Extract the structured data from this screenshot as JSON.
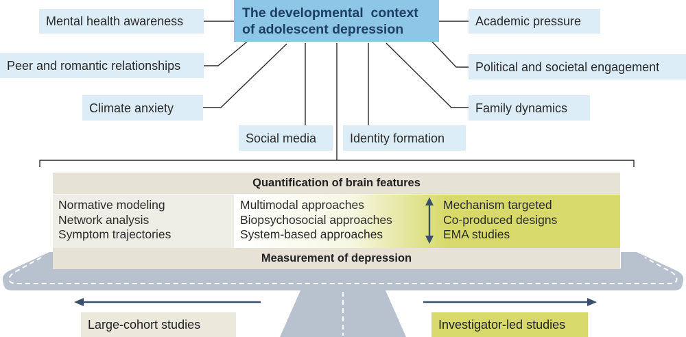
{
  "title": {
    "line1": "The developmental  context",
    "line2": "of adolescent depression"
  },
  "factors": {
    "mental_health": "Mental health awareness",
    "peer": "Peer and romantic relationships",
    "climate": "Climate anxiety",
    "social_media": "Social media",
    "identity": "Identity formation",
    "academic": "Academic pressure",
    "political": "Political and societal engagement",
    "family": "Family dynamics"
  },
  "balance": {
    "top_band": "Quantification of brain features",
    "bottom_band": "Measurement of depression",
    "left_items": [
      "Normative modeling",
      "Network analysis",
      "Symptom trajectories"
    ],
    "middle_items": [
      "Multimodal approaches",
      "Biopsychosocial approaches",
      "System-based approaches"
    ],
    "right_items": [
      "Mechanism targeted",
      "Co-produced designs",
      "EMA studies"
    ]
  },
  "bottom": {
    "left_label": "Large-cohort studies",
    "right_label": "Investigator-led studies"
  },
  "colors": {
    "title_fill": "#8ec6e8",
    "title_text": "#1c3f63",
    "factor_fill": "#dcedf7",
    "band_fill": "#e6e2d6",
    "left_panel": "#eeede6",
    "right_panel": "#d7da6a",
    "arrow": "#3b4f6b",
    "road": "#b8c2cf"
  }
}
